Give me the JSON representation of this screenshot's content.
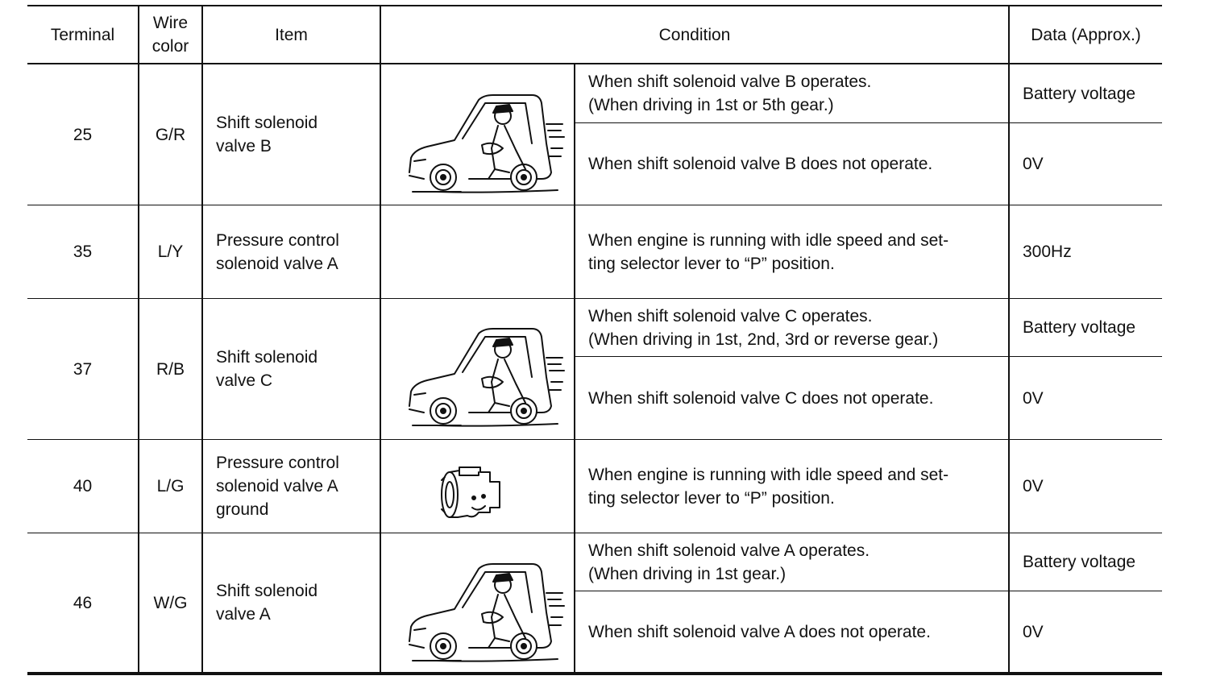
{
  "header": {
    "terminal": "Terminal",
    "wire_color": "Wire\ncolor",
    "item": "Item",
    "condition": "Condition",
    "data": "Data (Approx.)"
  },
  "rows": [
    {
      "terminal": "25",
      "wire": "G/R",
      "item": "Shift solenoid\nvalve B",
      "icon": "car-driver-icon",
      "conditions": [
        {
          "text": "When shift solenoid valve B operates.\n(When driving in 1st or 5th gear.)",
          "data": "Battery voltage"
        },
        {
          "text": "When shift solenoid valve B does not operate.",
          "data": "0V"
        }
      ]
    },
    {
      "terminal": "35",
      "wire": "L/Y",
      "item": "Pressure control\nsolenoid valve A",
      "icon": "",
      "conditions": [
        {
          "text": "When engine is running with idle speed and set-\nting selector lever to “P” position.",
          "data": "300Hz"
        }
      ]
    },
    {
      "terminal": "37",
      "wire": "R/B",
      "item": "Shift solenoid\nvalve C",
      "icon": "car-driver-icon",
      "conditions": [
        {
          "text": "When shift solenoid valve C operates.\n(When driving in 1st, 2nd, 3rd or reverse gear.)",
          "data": "Battery voltage"
        },
        {
          "text": "When shift solenoid valve C does not operate.",
          "data": "0V"
        }
      ]
    },
    {
      "terminal": "40",
      "wire": "L/G",
      "item": "Pressure control\nsolenoid valve A\nground",
      "icon": "engine-icon",
      "conditions": [
        {
          "text": "When engine is running with idle speed and set-\nting selector lever to “P” position.",
          "data": "0V"
        }
      ]
    },
    {
      "terminal": "46",
      "wire": "W/G",
      "item": "Shift solenoid\nvalve A",
      "icon": "car-driver-icon",
      "conditions": [
        {
          "text": "When shift solenoid valve A operates.\n(When driving in 1st gear.)",
          "data": "Battery voltage"
        },
        {
          "text": "When shift solenoid valve A does not operate.",
          "data": "0V"
        }
      ]
    }
  ]
}
